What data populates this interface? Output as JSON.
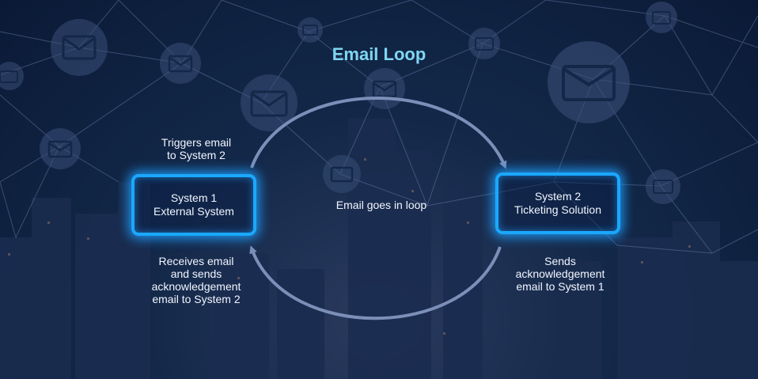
{
  "title": "Email Loop",
  "center_label": "Email goes in loop",
  "system1": {
    "line1": "System 1",
    "line2": "External System"
  },
  "system2": {
    "line1": "System 2",
    "line2": "Ticketing Solution"
  },
  "labels": {
    "top_left": [
      "Triggers email",
      "to System 2"
    ],
    "bottom_left": [
      "Receives email",
      "and sends",
      "acknowledgement",
      "email to System 2"
    ],
    "bottom_right": [
      "Sends",
      "acknowledgement",
      "email to System 1"
    ]
  },
  "colors": {
    "accent": "#1aa8ff",
    "title": "#7fd6f2",
    "arrow": "#7c8fb8",
    "background": "#0c1f3c"
  },
  "icons": [
    "envelope-icon",
    "network-lines",
    "city-skyline"
  ]
}
